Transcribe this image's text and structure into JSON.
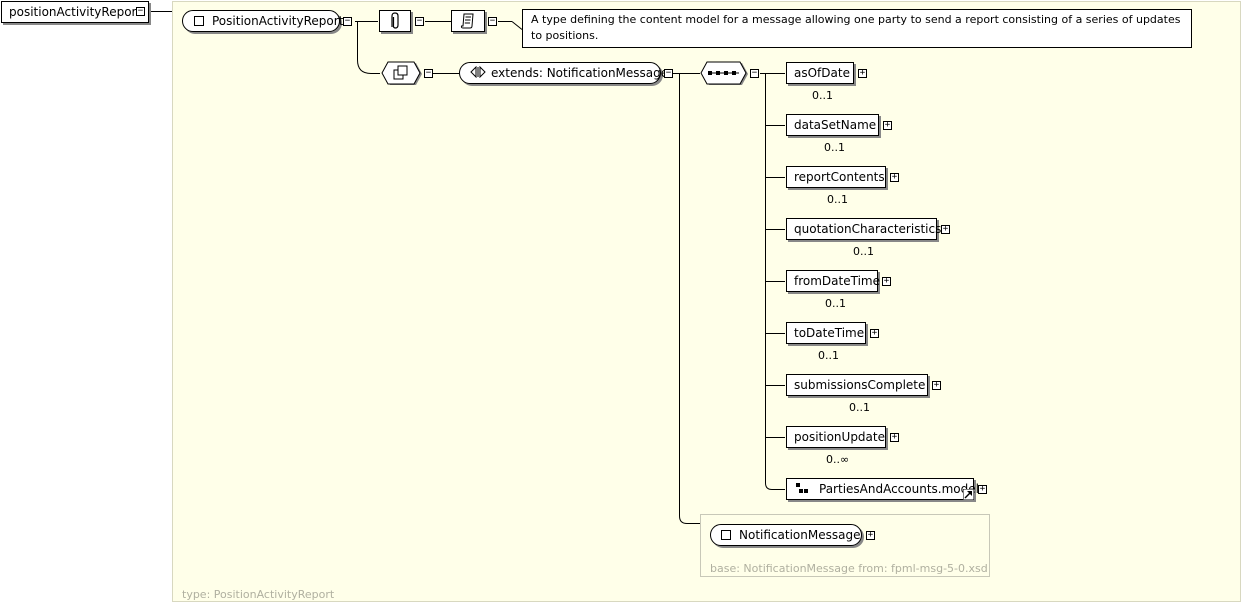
{
  "root": {
    "label": "positionActivityReport"
  },
  "complex_type": {
    "name": "PositionActivityReport",
    "documentation": "A type defining the content model for a message allowing one party to send a report consisting of a series of updates to positions.",
    "type_footer": "type: PositionActivityReport"
  },
  "extension": {
    "label": "extends: NotificationMessage"
  },
  "sequence_children": [
    {
      "name": "asOfDate",
      "occurs": "0..1"
    },
    {
      "name": "dataSetName",
      "occurs": "0..1"
    },
    {
      "name": "reportContents",
      "occurs": "0..1"
    },
    {
      "name": "quotationCharacteristics",
      "occurs": "0..1"
    },
    {
      "name": "fromDateTime",
      "occurs": "0..1"
    },
    {
      "name": "toDateTime",
      "occurs": "0..1"
    },
    {
      "name": "submissionsComplete",
      "occurs": "0..1"
    },
    {
      "name": "positionUpdate",
      "occurs": "0..∞"
    }
  ],
  "group_ref": {
    "name": "PartiesAndAccounts.model"
  },
  "base_type": {
    "name": "NotificationMessage",
    "caption": "base: NotificationMessage from: fpml-msg-5-0.xsd"
  },
  "toggle": {
    "expanded": "−",
    "collapsed": "+"
  }
}
